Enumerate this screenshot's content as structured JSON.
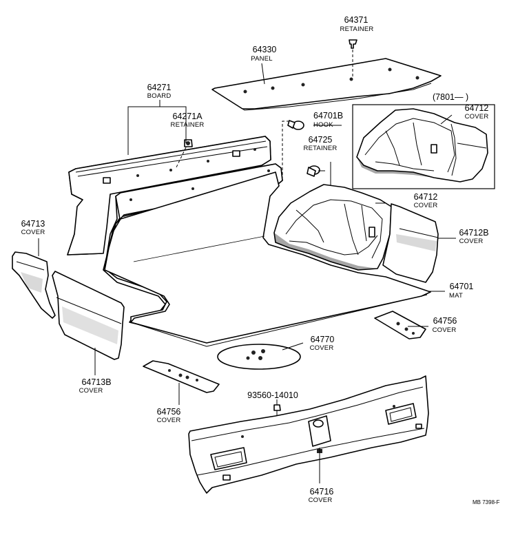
{
  "labels": {
    "p64371": {
      "num": "64371",
      "name": "RETAINER"
    },
    "p64330": {
      "num": "64330",
      "name": "PANEL"
    },
    "p64271": {
      "num": "64271",
      "name": "BOARD"
    },
    "p64271A": {
      "num": "64271A",
      "name": "RETAINER"
    },
    "p64701B": {
      "num": "64701B",
      "name": "HOOK"
    },
    "p64725": {
      "num": "64725",
      "name": "RETAINER"
    },
    "variant": {
      "text": "(7801—      )"
    },
    "p64712_top": {
      "num": "64712",
      "name": "COVER"
    },
    "p64712": {
      "num": "64712",
      "name": "COVER"
    },
    "p64712B": {
      "num": "64712B",
      "name": "COVER"
    },
    "p64713": {
      "num": "64713",
      "name": "COVER"
    },
    "p64701": {
      "num": "64701",
      "name": "MAT"
    },
    "p64756_r": {
      "num": "64756",
      "name": "COVER"
    },
    "p64770": {
      "num": "64770",
      "name": "COVER"
    },
    "p64713B": {
      "num": "64713B",
      "name": "COVER"
    },
    "p93560": {
      "num": "93560-14010"
    },
    "p64756_l": {
      "num": "64756",
      "name": "COVER"
    },
    "p64716": {
      "num": "64716",
      "name": "COVER"
    },
    "ref": {
      "text": "MB 7398-F"
    }
  }
}
